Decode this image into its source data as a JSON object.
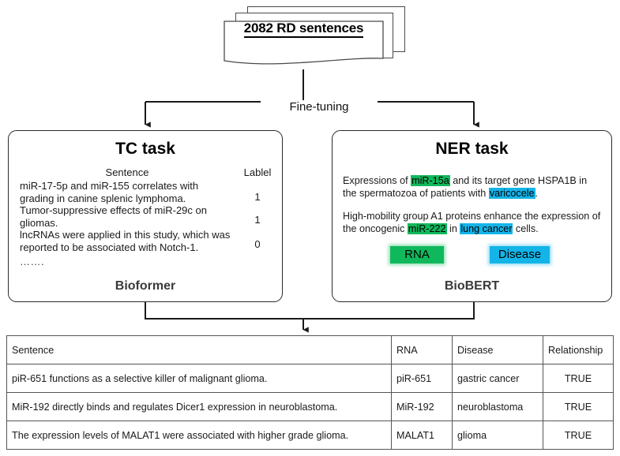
{
  "source": {
    "title": "2082 RD sentences"
  },
  "flow": {
    "finetune_label": "Fine-tuning"
  },
  "tc_task": {
    "title": "TC task",
    "model": "Bioformer",
    "header_sentence": "Sentence",
    "header_label": "Lablel",
    "ellipsis": "…….",
    "rows": [
      {
        "sentence": "miR-17-5p and miR-155 correlates with grading in canine splenic lymphoma.",
        "label": "1"
      },
      {
        "sentence": "Tumor-suppressive effects of miR-29c on gliomas.",
        "label": "1"
      },
      {
        "sentence": "lncRNAs were applied in this study, which was reported to be associated with Notch-1.",
        "label": "0"
      }
    ]
  },
  "ner_task": {
    "title": "NER task",
    "model": "BioBERT",
    "sentence1": {
      "part1": "Expressions of ",
      "rna": "miR-15a",
      "part2": " and its target gene HSPA1B in the spermatozoa of patients with ",
      "disease": "varicocele",
      "part3": "."
    },
    "sentence2": {
      "part1": "High-mobility group A1 proteins enhance the expression of the oncogenic ",
      "rna": "miR-222",
      "part2": " in ",
      "disease": "lung cancer",
      "part3": " cells."
    },
    "legend": {
      "rna": "RNA",
      "disease": "Disease"
    }
  },
  "colors": {
    "rna_highlight": "#10b85c",
    "disease_highlight": "#13b4e8"
  },
  "result_table": {
    "headers": [
      "Sentence",
      "RNA",
      "Disease",
      "Relationship"
    ],
    "rows": [
      {
        "sentence": "piR-651 functions as a selective killer of malignant glioma.",
        "rna": "piR-651",
        "disease": "gastric cancer",
        "relationship": "TRUE"
      },
      {
        "sentence": "MiR-192 directly binds and regulates Dicer1 expression in neuroblastoma.",
        "rna": "MiR-192",
        "disease": "neuroblastoma",
        "relationship": "TRUE"
      },
      {
        "sentence": "The expression levels of MALAT1 were associated with higher grade glioma.",
        "rna": "MALAT1",
        "disease": "glioma",
        "relationship": "TRUE"
      }
    ]
  }
}
